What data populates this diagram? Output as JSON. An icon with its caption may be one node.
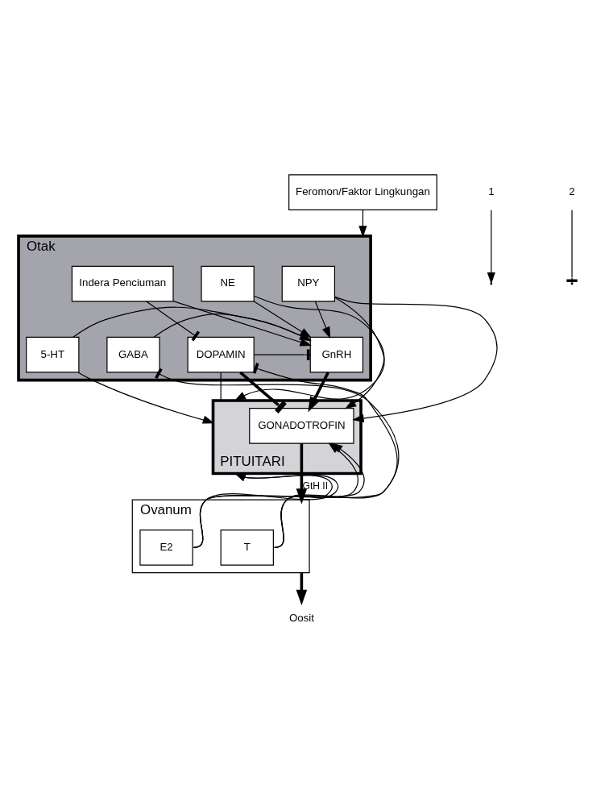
{
  "diagram": {
    "nodes": [
      {
        "text": [
          "Feromon/Faktor Lingkungan"
        ]
      },
      {
        "text": [
          "Otak"
        ]
      },
      {
        "text": [
          "Indera Penciuman"
        ],
        "in": 1
      },
      {
        "text": [
          "GnRH"
        ],
        "in": 1
      },
      {
        "text": [
          "DOPAMIN"
        ],
        "in": 1
      },
      {
        "text": [
          "5-HT"
        ],
        "in": 1
      },
      {
        "text": [
          "NE"
        ],
        "in": 1
      },
      {
        "text": [
          "NPY"
        ],
        "in": 1
      },
      {
        "text": [
          "GABA"
        ],
        "in": 1
      },
      {
        "text": [
          "PITUITARI"
        ]
      },
      {
        "text": [
          "GONADOTROFIN"
        ],
        "in": 9
      },
      {
        "text": [
          "Ovanum"
        ]
      },
      {
        "text": [
          "T"
        ],
        "in": 11
      },
      {
        "text": [
          "E2"
        ],
        "in": 11
      },
      {
        "text": [
          "Oosit"
        ]
      }
    ],
    "edges": [
      {
        "from": 0,
        "to": 1,
        "arrow": "to"
      },
      {
        "from": 2,
        "to": 3,
        "arrow": "to"
      },
      {
        "from": 2,
        "to": 4,
        "arrow": "other"
      },
      {
        "from": 4,
        "to": 3,
        "arrow": "other"
      },
      {
        "from": 5,
        "to": 3,
        "arrow": "to"
      },
      {
        "from": 6,
        "to": 3,
        "arrow": "to"
      },
      {
        "from": 7,
        "to": 3,
        "arrow": "to"
      },
      {
        "from": 8,
        "to": 3,
        "arrow": "to"
      },
      {
        "from": 3,
        "to": 10,
        "arrow": "to",
        "style": "thick"
      },
      {
        "from": 4,
        "to": 10,
        "arrow": "other",
        "style": "thick"
      },
      {
        "from": 4,
        "to": 9,
        "arrow": "none"
      },
      {
        "from": 5,
        "to": 9,
        "arrow": "to"
      },
      {
        "from": 7,
        "to": 9,
        "arrow": "to"
      },
      {
        "from": 6,
        "to": 10,
        "arrow": "to"
      },
      {
        "from": 7,
        "to": 10,
        "arrow": "to"
      },
      {
        "from": 10,
        "to": 11,
        "label": "GtH II",
        "arrow": "to",
        "style": "thick"
      },
      {
        "from": 11,
        "to": 14,
        "arrow": "to",
        "style": "thick"
      },
      {
        "from": 12,
        "to": 10,
        "arrow": "to"
      },
      {
        "from": 13,
        "to": 10,
        "arrow": "to"
      },
      {
        "from": 12,
        "to": 9,
        "arrow": "to"
      },
      {
        "from": 13,
        "to": 9,
        "arrow": "to"
      },
      {
        "from": 13,
        "to": 4,
        "arrow": "other"
      },
      {
        "from": 12,
        "to": 8,
        "arrow": "other"
      }
    ],
    "legend": [
      {
        "text": "1"
      },
      {
        "text": "2"
      }
    ]
  }
}
